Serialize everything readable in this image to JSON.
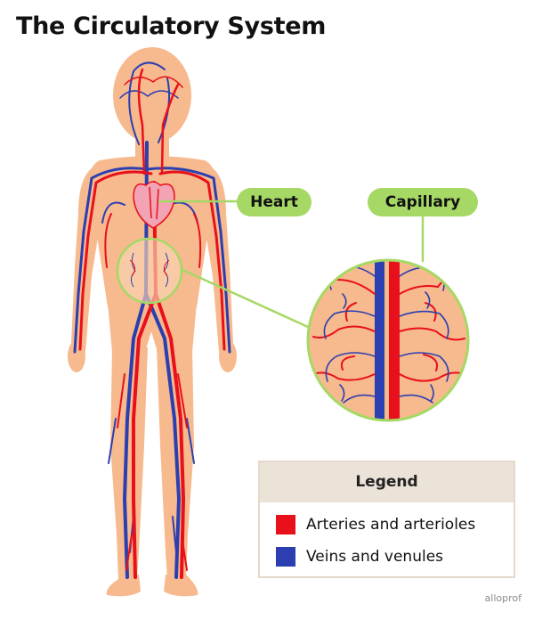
{
  "title": "The Circulatory System",
  "labels": {
    "heart": "Heart",
    "capillary": "Capillary"
  },
  "legend": {
    "title": "Legend",
    "items": [
      {
        "label": "Arteries and arterioles",
        "color": "#e8101a"
      },
      {
        "label": "Veins and venules",
        "color": "#2b3fb0"
      }
    ]
  },
  "brand": "alloprof",
  "colors": {
    "skin": "#f7b98e",
    "artery": "#e8101a",
    "vein": "#2b3fb0",
    "callout": "#a6d865"
  }
}
